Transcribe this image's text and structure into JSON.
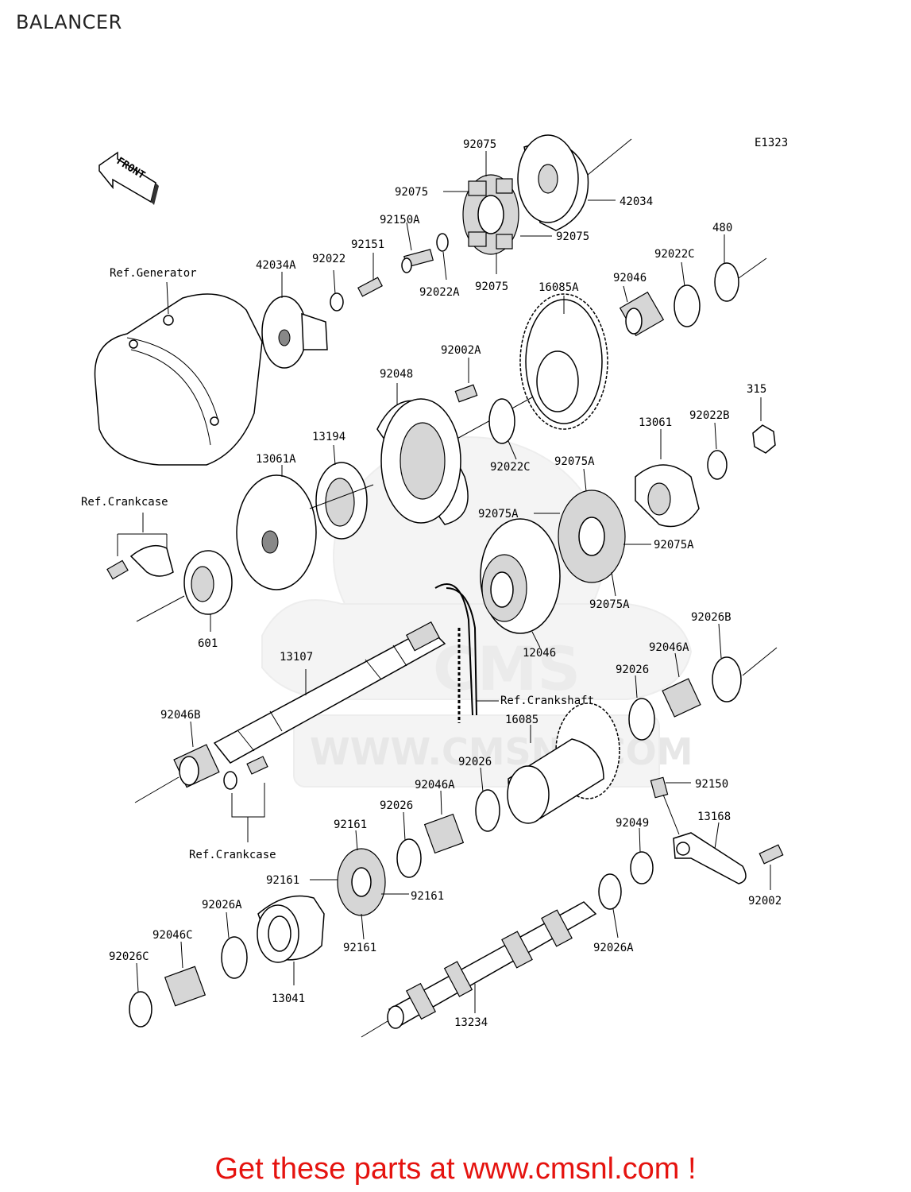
{
  "page": {
    "title": "BALANCER",
    "footer": "Get these parts at www.cmsnl.com !",
    "drawing_code": "E1323",
    "front_label": "FRONT",
    "watermark_url": "WWW.CMSNL.COM",
    "watermark_logo": "CMS"
  },
  "references": {
    "generator": "Ref.Generator",
    "crankcase_top": "Ref.Crankcase",
    "crankshaft": "Ref.Crankshaft",
    "crankcase_bottom": "Ref.Crankcase"
  },
  "part_labels": [
    "92075",
    "92075",
    "42034",
    "92150A",
    "92075",
    "92022A",
    "92075",
    "42034A",
    "92022",
    "92151",
    "480",
    "92022C",
    "92046",
    "16085A",
    "92002A",
    "92048",
    "315",
    "92022B",
    "13061",
    "13194",
    "13061A",
    "92022C",
    "92075A",
    "92075A",
    "92075A",
    "92075A",
    "601",
    "12046",
    "13107",
    "92026B",
    "92046A",
    "92026",
    "92046B",
    "16085",
    "92026",
    "92046A",
    "92150",
    "92026",
    "92161",
    "13168",
    "92049",
    "92161",
    "92161",
    "92002",
    "92026A",
    "92161",
    "92046C",
    "92026A",
    "92026C",
    "13041",
    "13234"
  ]
}
